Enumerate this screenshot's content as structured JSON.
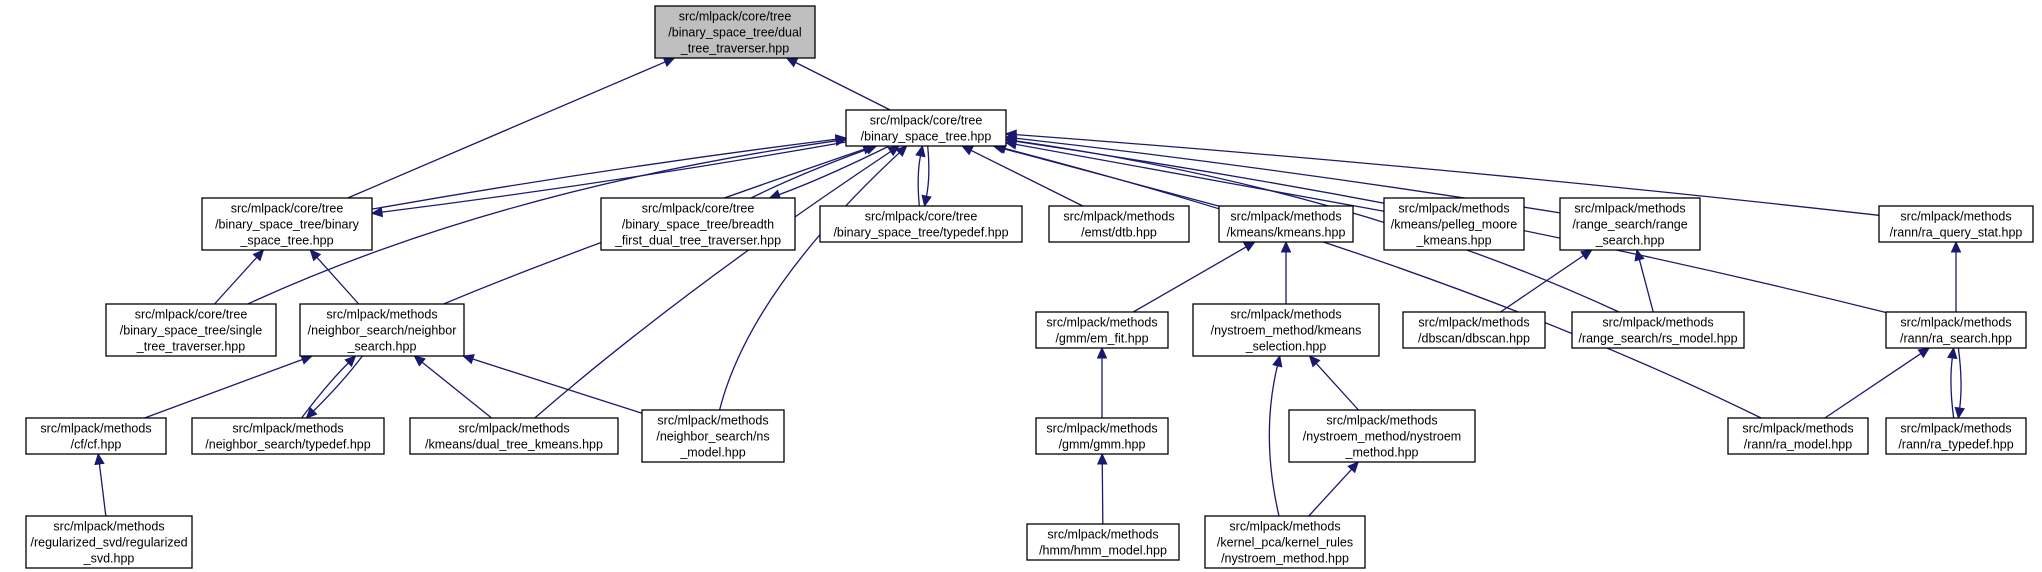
{
  "graph": {
    "nodes": [
      {
        "id": "dual_tree_traverser",
        "lines": [
          "src/mlpack/core/tree",
          "/binary_space_tree/dual",
          "_tree_traverser.hpp"
        ],
        "root": true
      },
      {
        "id": "binary_space_tree",
        "lines": [
          "src/mlpack/core/tree",
          "/binary_space_tree.hpp"
        ]
      },
      {
        "id": "bst_binary_space_tree",
        "lines": [
          "src/mlpack/core/tree",
          "/binary_space_tree/binary",
          "_space_tree.hpp"
        ]
      },
      {
        "id": "breadth_first",
        "lines": [
          "src/mlpack/core/tree",
          "/binary_space_tree/breadth",
          "_first_dual_tree_traverser.hpp"
        ]
      },
      {
        "id": "bst_typedef",
        "lines": [
          "src/mlpack/core/tree",
          "/binary_space_tree/typedef.hpp"
        ]
      },
      {
        "id": "emst_dtb",
        "lines": [
          "src/mlpack/methods",
          "/emst/dtb.hpp"
        ]
      },
      {
        "id": "kmeans",
        "lines": [
          "src/mlpack/methods",
          "/kmeans/kmeans.hpp"
        ]
      },
      {
        "id": "pelleg_moore",
        "lines": [
          "src/mlpack/methods",
          "/kmeans/pelleg_moore",
          "_kmeans.hpp"
        ]
      },
      {
        "id": "range_search",
        "lines": [
          "src/mlpack/methods",
          "/range_search/range",
          "_search.hpp"
        ]
      },
      {
        "id": "ra_query_stat",
        "lines": [
          "src/mlpack/methods",
          "/rann/ra_query_stat.hpp"
        ]
      },
      {
        "id": "single_tree",
        "lines": [
          "src/mlpack/core/tree",
          "/binary_space_tree/single",
          "_tree_traverser.hpp"
        ]
      },
      {
        "id": "neighbor_search",
        "lines": [
          "src/mlpack/methods",
          "/neighbor_search/neighbor",
          "_search.hpp"
        ]
      },
      {
        "id": "gmm_em_fit",
        "lines": [
          "src/mlpack/methods",
          "/gmm/em_fit.hpp"
        ]
      },
      {
        "id": "nystroem_kmeans",
        "lines": [
          "src/mlpack/methods",
          "/nystroem_method/kmeans",
          "_selection.hpp"
        ]
      },
      {
        "id": "dbscan",
        "lines": [
          "src/mlpack/methods",
          "/dbscan/dbscan.hpp"
        ]
      },
      {
        "id": "rs_model",
        "lines": [
          "src/mlpack/methods",
          "/range_search/rs_model.hpp"
        ]
      },
      {
        "id": "ra_search",
        "lines": [
          "src/mlpack/methods",
          "/rann/ra_search.hpp"
        ]
      },
      {
        "id": "cf",
        "lines": [
          "src/mlpack/methods",
          "/cf/cf.hpp"
        ]
      },
      {
        "id": "ns_typedef",
        "lines": [
          "src/mlpack/methods",
          "/neighbor_search/typedef.hpp"
        ]
      },
      {
        "id": "dual_tree_kmeans",
        "lines": [
          "src/mlpack/methods",
          "/kmeans/dual_tree_kmeans.hpp"
        ]
      },
      {
        "id": "ns_model",
        "lines": [
          "src/mlpack/methods",
          "/neighbor_search/ns",
          "_model.hpp"
        ]
      },
      {
        "id": "gmm",
        "lines": [
          "src/mlpack/methods",
          "/gmm/gmm.hpp"
        ]
      },
      {
        "id": "nystroem_method",
        "lines": [
          "src/mlpack/methods",
          "/nystroem_method/nystroem",
          "_method.hpp"
        ]
      },
      {
        "id": "ra_model",
        "lines": [
          "src/mlpack/methods",
          "/rann/ra_model.hpp"
        ]
      },
      {
        "id": "ra_typedef",
        "lines": [
          "src/mlpack/methods",
          "/rann/ra_typedef.hpp"
        ]
      },
      {
        "id": "regularized_svd",
        "lines": [
          "src/mlpack/methods",
          "/regularized_svd/regularized",
          "_svd.hpp"
        ]
      },
      {
        "id": "hmm_model",
        "lines": [
          "src/mlpack/methods",
          "/hmm/hmm_model.hpp"
        ]
      },
      {
        "id": "kernel_rules",
        "lines": [
          "src/mlpack/methods",
          "/kernel_pca/kernel_rules",
          "/nystroem_method.hpp"
        ]
      }
    ],
    "edges": [
      {
        "from": "binary_space_tree",
        "to": "dual_tree_traverser"
      },
      {
        "from": "bst_binary_space_tree",
        "to": "dual_tree_traverser"
      },
      {
        "from": "bst_binary_space_tree",
        "to": "binary_space_tree"
      },
      {
        "from": "binary_space_tree",
        "to": "bst_binary_space_tree"
      },
      {
        "from": "breadth_first",
        "to": "binary_space_tree"
      },
      {
        "from": "binary_space_tree",
        "to": "breadth_first"
      },
      {
        "from": "bst_typedef",
        "to": "binary_space_tree"
      },
      {
        "from": "binary_space_tree",
        "to": "bst_typedef"
      },
      {
        "from": "emst_dtb",
        "to": "binary_space_tree"
      },
      {
        "from": "kmeans",
        "to": "binary_space_tree"
      },
      {
        "from": "pelleg_moore",
        "to": "binary_space_tree"
      },
      {
        "from": "range_search",
        "to": "binary_space_tree"
      },
      {
        "from": "ra_query_stat",
        "to": "binary_space_tree"
      },
      {
        "from": "single_tree",
        "to": "binary_space_tree"
      },
      {
        "from": "neighbor_search",
        "to": "binary_space_tree"
      },
      {
        "from": "rs_model",
        "to": "binary_space_tree"
      },
      {
        "from": "ra_search",
        "to": "binary_space_tree"
      },
      {
        "from": "dual_tree_kmeans",
        "to": "binary_space_tree"
      },
      {
        "from": "ns_model",
        "to": "binary_space_tree"
      },
      {
        "from": "ra_model",
        "to": "binary_space_tree"
      },
      {
        "from": "single_tree",
        "to": "bst_binary_space_tree"
      },
      {
        "from": "neighbor_search",
        "to": "bst_binary_space_tree"
      },
      {
        "from": "gmm_em_fit",
        "to": "kmeans"
      },
      {
        "from": "nystroem_kmeans",
        "to": "kmeans"
      },
      {
        "from": "dbscan",
        "to": "range_search"
      },
      {
        "from": "rs_model",
        "to": "range_search"
      },
      {
        "from": "ra_search",
        "to": "ra_query_stat"
      },
      {
        "from": "cf",
        "to": "neighbor_search"
      },
      {
        "from": "ns_typedef",
        "to": "neighbor_search"
      },
      {
        "from": "neighbor_search",
        "to": "ns_typedef"
      },
      {
        "from": "dual_tree_kmeans",
        "to": "neighbor_search"
      },
      {
        "from": "ns_model",
        "to": "neighbor_search"
      },
      {
        "from": "gmm",
        "to": "gmm_em_fit"
      },
      {
        "from": "nystroem_method",
        "to": "nystroem_kmeans"
      },
      {
        "from": "kernel_rules",
        "to": "nystroem_kmeans"
      },
      {
        "from": "ra_model",
        "to": "ra_search"
      },
      {
        "from": "ra_typedef",
        "to": "ra_search"
      },
      {
        "from": "ra_search",
        "to": "ra_typedef"
      },
      {
        "from": "regularized_svd",
        "to": "cf"
      },
      {
        "from": "hmm_model",
        "to": "gmm"
      },
      {
        "from": "kernel_rules",
        "to": "nystroem_method"
      }
    ]
  },
  "colors": {
    "edge": "#191970",
    "root_fill": "#bfbfbf",
    "node_fill": "#ffffff",
    "border": "#000000"
  }
}
